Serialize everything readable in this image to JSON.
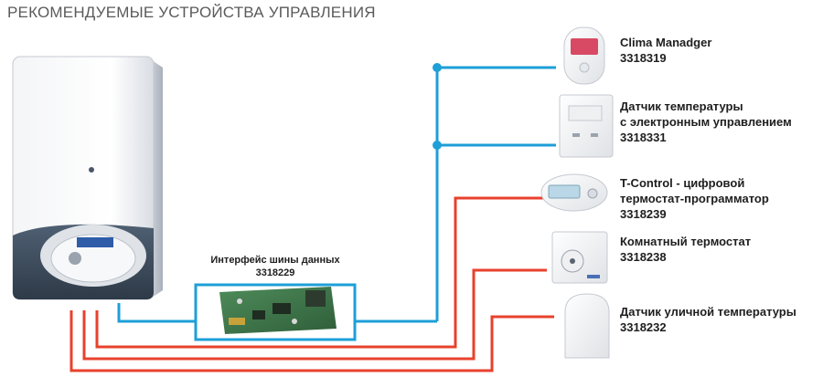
{
  "title": "РЕКОМЕНДУЕМЫЕ УСТРОЙСТВА УПРАВЛЕНИЯ",
  "colors": {
    "bus_line": "#1e9fd8",
    "wired_line": "#e8412c",
    "text": "#1e1e1e",
    "title": "#5a5a5a"
  },
  "interface": {
    "name": "Интерфейс шины данных",
    "code": "3318229"
  },
  "devices": [
    {
      "name_lines": [
        "Clima Manadger"
      ],
      "code": "3318319",
      "connection": "bus",
      "icon": "room-controller-icon"
    },
    {
      "name_lines": [
        "Датчик температуры",
        "с электронным управлением"
      ],
      "code": "3318331",
      "connection": "bus",
      "icon": "temperature-sensor-icon"
    },
    {
      "name_lines": [
        "T-Control - цифровой",
        "термостат-программатор"
      ],
      "code": "3318239",
      "connection": "wired",
      "icon": "programmable-thermostat-icon"
    },
    {
      "name_lines": [
        "Комнатный термостат"
      ],
      "code": "3318238",
      "connection": "wired",
      "icon": "room-thermostat-icon"
    },
    {
      "name_lines": [
        "Датчик уличной температуры"
      ],
      "code": "3318232",
      "connection": "wired",
      "icon": "outdoor-sensor-icon"
    }
  ]
}
